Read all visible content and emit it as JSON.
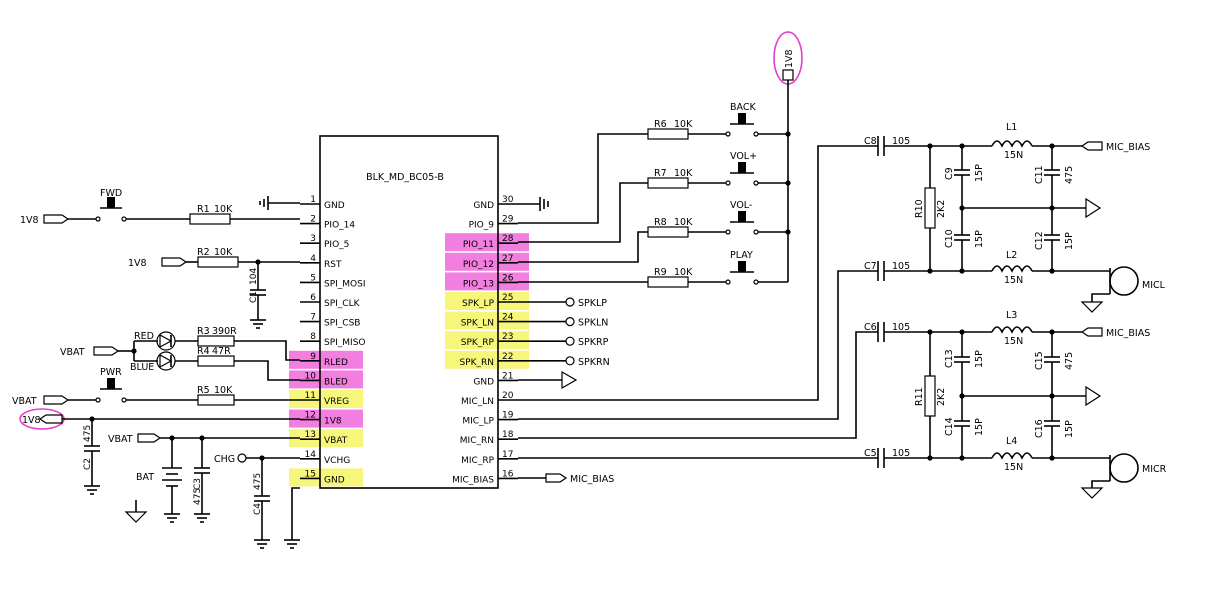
{
  "ic": {
    "name": "BLK_MD_BC05-B",
    "left_pins": [
      {
        "num": "1",
        "name": "GND",
        "hl": ""
      },
      {
        "num": "2",
        "name": "PIO_14",
        "hl": ""
      },
      {
        "num": "3",
        "name": "PIO_5",
        "hl": ""
      },
      {
        "num": "4",
        "name": "RST",
        "hl": ""
      },
      {
        "num": "5",
        "name": "SPI_MOSI",
        "hl": ""
      },
      {
        "num": "6",
        "name": "SPI_CLK",
        "hl": ""
      },
      {
        "num": "7",
        "name": "SPI_CSB",
        "hl": ""
      },
      {
        "num": "8",
        "name": "SPI_MISO",
        "hl": ""
      },
      {
        "num": "9",
        "name": "RLED",
        "hl": "pink"
      },
      {
        "num": "10",
        "name": "BLED",
        "hl": "pink"
      },
      {
        "num": "11",
        "name": "VREG",
        "hl": "yellow"
      },
      {
        "num": "12",
        "name": "1V8",
        "hl": "pink"
      },
      {
        "num": "13",
        "name": "VBAT",
        "hl": "yellow"
      },
      {
        "num": "14",
        "name": "VCHG",
        "hl": ""
      },
      {
        "num": "15",
        "name": "GND",
        "hl": "yellow"
      }
    ],
    "right_pins": [
      {
        "num": "30",
        "name": "GND",
        "hl": ""
      },
      {
        "num": "29",
        "name": "PIO_9",
        "hl": ""
      },
      {
        "num": "28",
        "name": "PIO_11",
        "hl": "pink"
      },
      {
        "num": "27",
        "name": "PIO_12",
        "hl": "pink"
      },
      {
        "num": "26",
        "name": "PIO_13",
        "hl": "pink"
      },
      {
        "num": "25",
        "name": "SPK_LP",
        "hl": "yellow"
      },
      {
        "num": "24",
        "name": "SPK_LN",
        "hl": "yellow"
      },
      {
        "num": "23",
        "name": "SPK_RP",
        "hl": "yellow"
      },
      {
        "num": "22",
        "name": "SPK_RN",
        "hl": "yellow"
      },
      {
        "num": "21",
        "name": "GND",
        "hl": ""
      },
      {
        "num": "20",
        "name": "MIC_LN",
        "hl": ""
      },
      {
        "num": "19",
        "name": "MIC_LP",
        "hl": ""
      },
      {
        "num": "18",
        "name": "MIC_RN",
        "hl": ""
      },
      {
        "num": "17",
        "name": "MIC_RP",
        "hl": ""
      },
      {
        "num": "16",
        "name": "MIC_BIAS",
        "hl": ""
      }
    ]
  },
  "highlight_colors": {
    "pink": "#f27ee0",
    "yellow": "#f6f77a",
    "circle": "#e83ccc"
  },
  "left_side": {
    "net_1v8_a": "1V8",
    "net_1v8_b": "1V8",
    "net_1v8_c": "1V8",
    "net_vbat_a": "VBAT",
    "net_vbat_b": "VBAT",
    "net_vbat_c": "VBAT",
    "net_chg": "CHG",
    "fwd": "FWD",
    "pwr": "PWR",
    "red": "RED",
    "blue": "BLUE",
    "bat": "BAT",
    "r1": "R1",
    "r1v": "10K",
    "r2": "R2",
    "r2v": "10K",
    "r3": "R3",
    "r3v": "390R",
    "r4": "R4",
    "r4v": "47R",
    "r5": "R5",
    "r5v": "10K",
    "c1": "C1",
    "c1v": "104",
    "c2": "C2",
    "c2v": "475",
    "c3": "C3",
    "c3v": "475",
    "c4": "C4",
    "c4v": "475"
  },
  "buttons": {
    "net_top": "1V8",
    "back": "BACK",
    "volp": "VOL+",
    "volm": "VOL-",
    "play": "PLAY",
    "r6": "R6",
    "r6v": "10K",
    "r7": "R7",
    "r7v": "10K",
    "r8": "R8",
    "r8v": "10K",
    "r9": "R9",
    "r9v": "10K"
  },
  "speaker_nets": [
    "SPKLP",
    "SPKLN",
    "SPKRP",
    "SPKRN"
  ],
  "mic_bias_out": "MIC_BIAS",
  "mic": {
    "c8": "C8",
    "c8v": "105",
    "c7": "C7",
    "c7v": "105",
    "c6": "C6",
    "c6v": "105",
    "c5": "C5",
    "c5v": "105",
    "c9": "C9",
    "c9v": "15P",
    "c10": "C10",
    "c10v": "15P",
    "c11": "C11",
    "c11v": "475",
    "c12": "C12",
    "c12v": "15P",
    "c13": "C13",
    "c13v": "15P",
    "c14": "C14",
    "c14v": "15P",
    "c15": "C15",
    "c15v": "475",
    "c16": "C16",
    "c16v": "15P",
    "r10": "R10",
    "r10v": "2K2",
    "r11": "R11",
    "r11v": "2K2",
    "l1": "L1",
    "l1v": "15N",
    "l2": "L2",
    "l2v": "15N",
    "l3": "L3",
    "l3v": "15N",
    "l4": "L4",
    "l4v": "15N",
    "bias_top": "MIC_BIAS",
    "bias_bottom": "MIC_BIAS",
    "micl": "MICL",
    "micr": "MICR"
  }
}
